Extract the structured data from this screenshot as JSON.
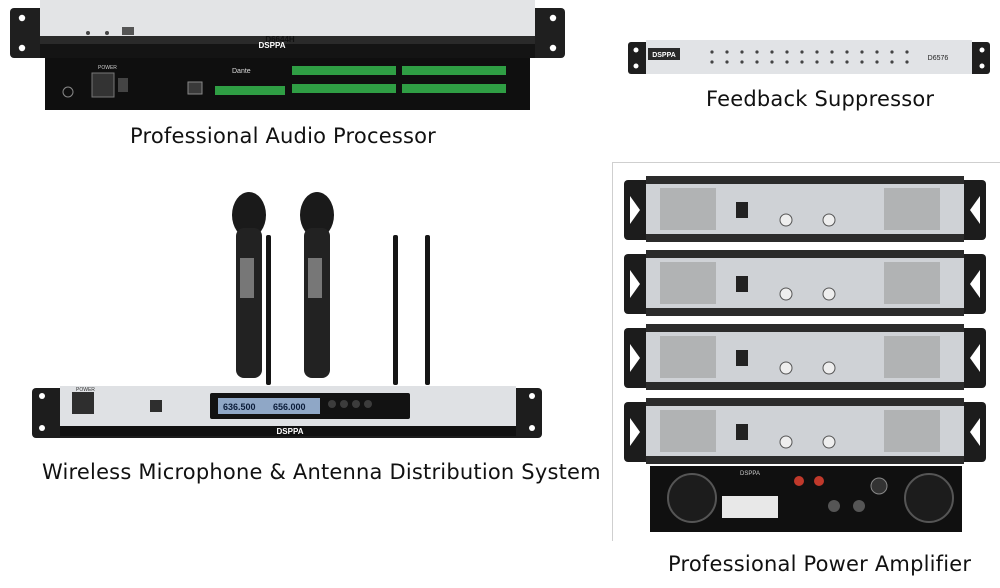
{
  "audio_processor": {
    "caption": "Professional Audio Processor",
    "model": "D6644H",
    "brand": "DSPPA",
    "power_label": "POWER",
    "dante_label": "Dante"
  },
  "feedback_suppressor": {
    "caption": "Feedback Suppressor",
    "model": "D6576",
    "brand": "DSPPA"
  },
  "wireless_system": {
    "caption": "Wireless Microphone & Antenna Distribution System",
    "display_a": "636.500",
    "display_b": "656.000",
    "brand": "DSPPA",
    "power_label": "POWER"
  },
  "power_amplifier": {
    "caption": "Professional Power Amplifier",
    "brand": "DSPPA"
  },
  "colors": {
    "chassis_dark": "#1c1c1c",
    "panel_silver": "#d8dadc",
    "terminal_green": "#2f9e44",
    "display_blue": "#8fa7c6"
  }
}
